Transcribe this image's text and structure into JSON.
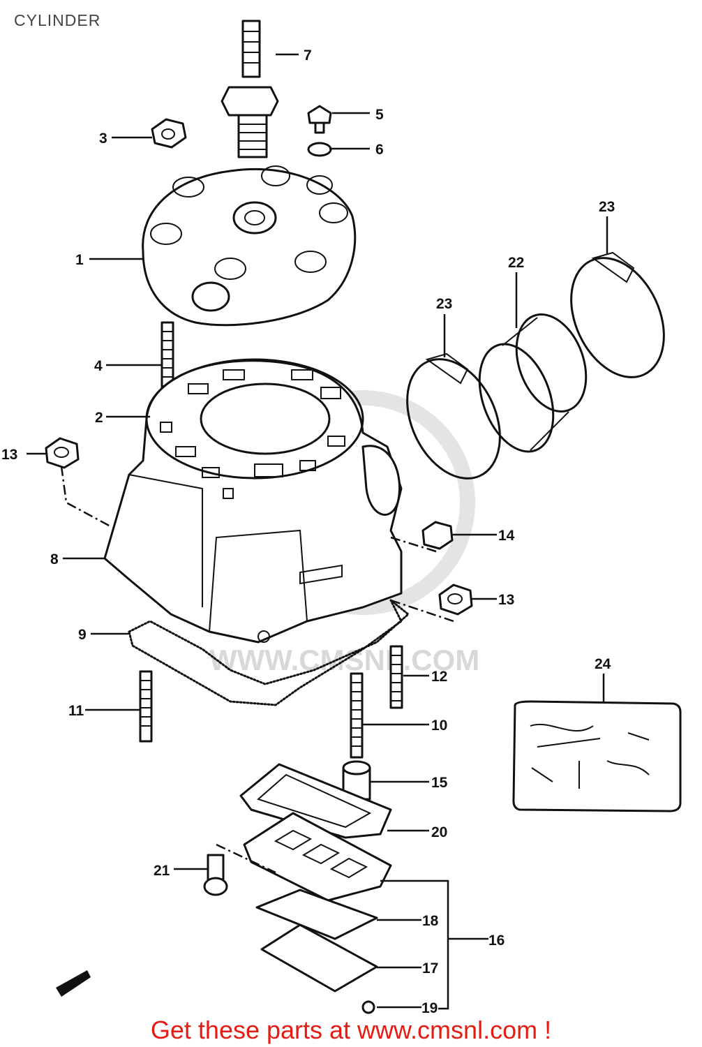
{
  "title": "CYLINDER",
  "footer": "Get these parts at www.cmsnl.com !",
  "watermark": "WWW.CMSNL.COM",
  "colors": {
    "footer": "#e41c14",
    "line": "#111111",
    "watermark": "#d8d8d8"
  },
  "callouts": {
    "c1": "1",
    "c2": "2",
    "c3": "3",
    "c4": "4",
    "c5": "5",
    "c6": "6",
    "c7": "7",
    "c8": "8",
    "c9": "9",
    "c10": "10",
    "c11": "11",
    "c12": "12",
    "c13a": "13",
    "c13b": "13",
    "c14": "14",
    "c15": "15",
    "c16": "16",
    "c17": "17",
    "c18": "18",
    "c19": "19",
    "c20": "20",
    "c21": "21",
    "c22": "22",
    "c23a": "23",
    "c23b": "23",
    "c24": "24"
  }
}
